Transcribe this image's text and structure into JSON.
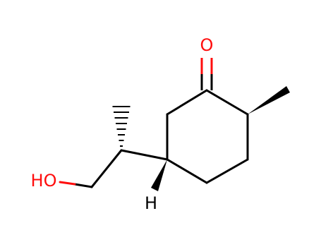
{
  "molecule": {
    "atoms": {
      "oxygen_carbonyl": "O",
      "hydroxyl": "HO",
      "hydrogen": "H"
    },
    "colors": {
      "bond": "#000000",
      "oxygen": "#ff0d0d",
      "hydrogen": "#000000",
      "background": "#ffffff"
    }
  }
}
